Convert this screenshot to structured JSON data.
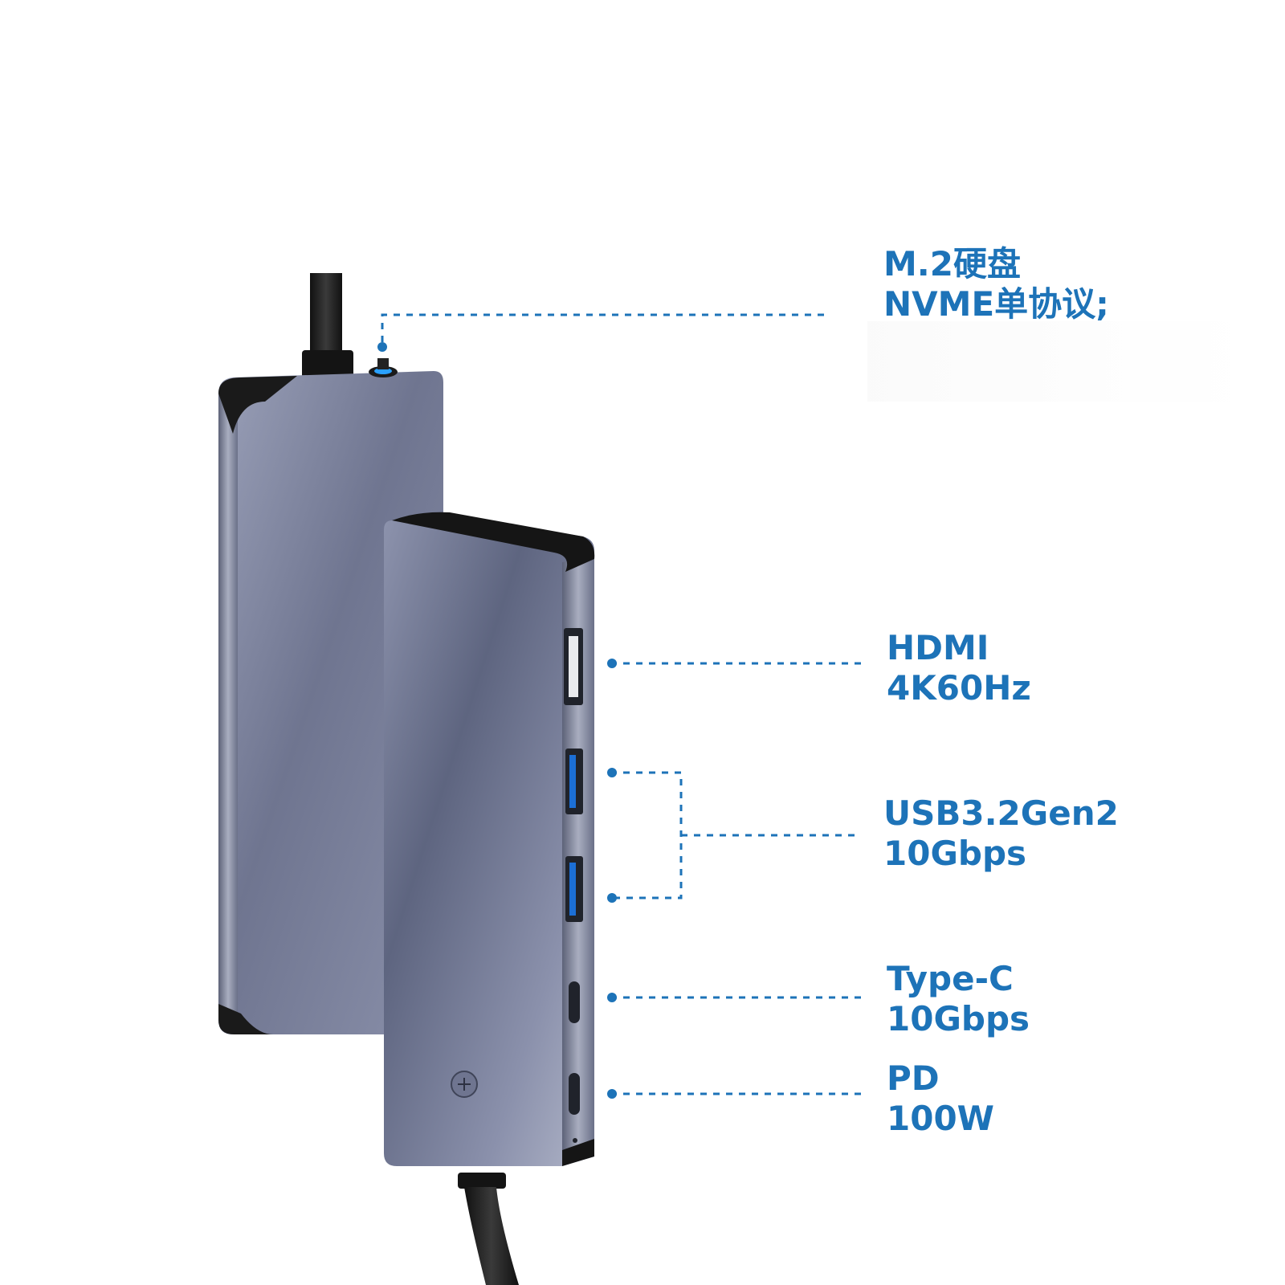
{
  "accent": "#1d73b8",
  "callouts": {
    "m2": {
      "line1": "M.2硬盘",
      "line2": "NVME单协议;"
    },
    "hdmi": {
      "line1": "HDMI",
      "line2": "4K60Hz"
    },
    "usb": {
      "line1": "USB3.2Gen2",
      "line2": "10Gbps"
    },
    "typec": {
      "line1": "Type-C",
      "line2": "10Gbps"
    },
    "pd": {
      "line1": "PD",
      "line2": "100W"
    }
  }
}
